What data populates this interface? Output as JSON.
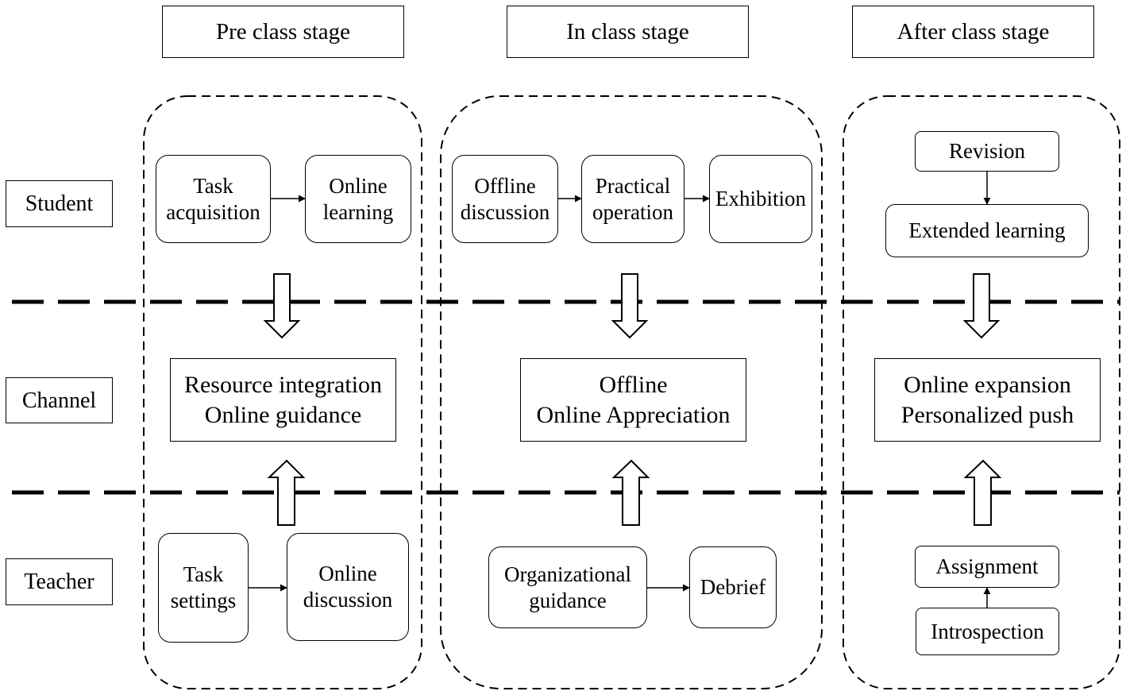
{
  "stages": [
    "Pre class stage",
    "In class stage",
    "After class stage"
  ],
  "roles": [
    "Student",
    "Channel",
    "Teacher"
  ],
  "pre": {
    "student": [
      "Task\nacquisition",
      "Online\nlearning"
    ],
    "channel": "Resource integration\nOnline guidance",
    "teacher": [
      "Task\nsettings",
      "Online\ndiscussion"
    ]
  },
  "in": {
    "student": [
      "Offline\ndiscussion",
      "Practical\noperation",
      "Exhibition"
    ],
    "channel": "Offline\nOnline Appreciation",
    "teacher": [
      "Organizational\nguidance",
      "Debrief"
    ]
  },
  "after": {
    "student": [
      "Revision",
      "Extended learning"
    ],
    "channel": "Online expansion\nPersonalized push",
    "teacher": [
      "Assignment",
      "Introspection"
    ]
  }
}
